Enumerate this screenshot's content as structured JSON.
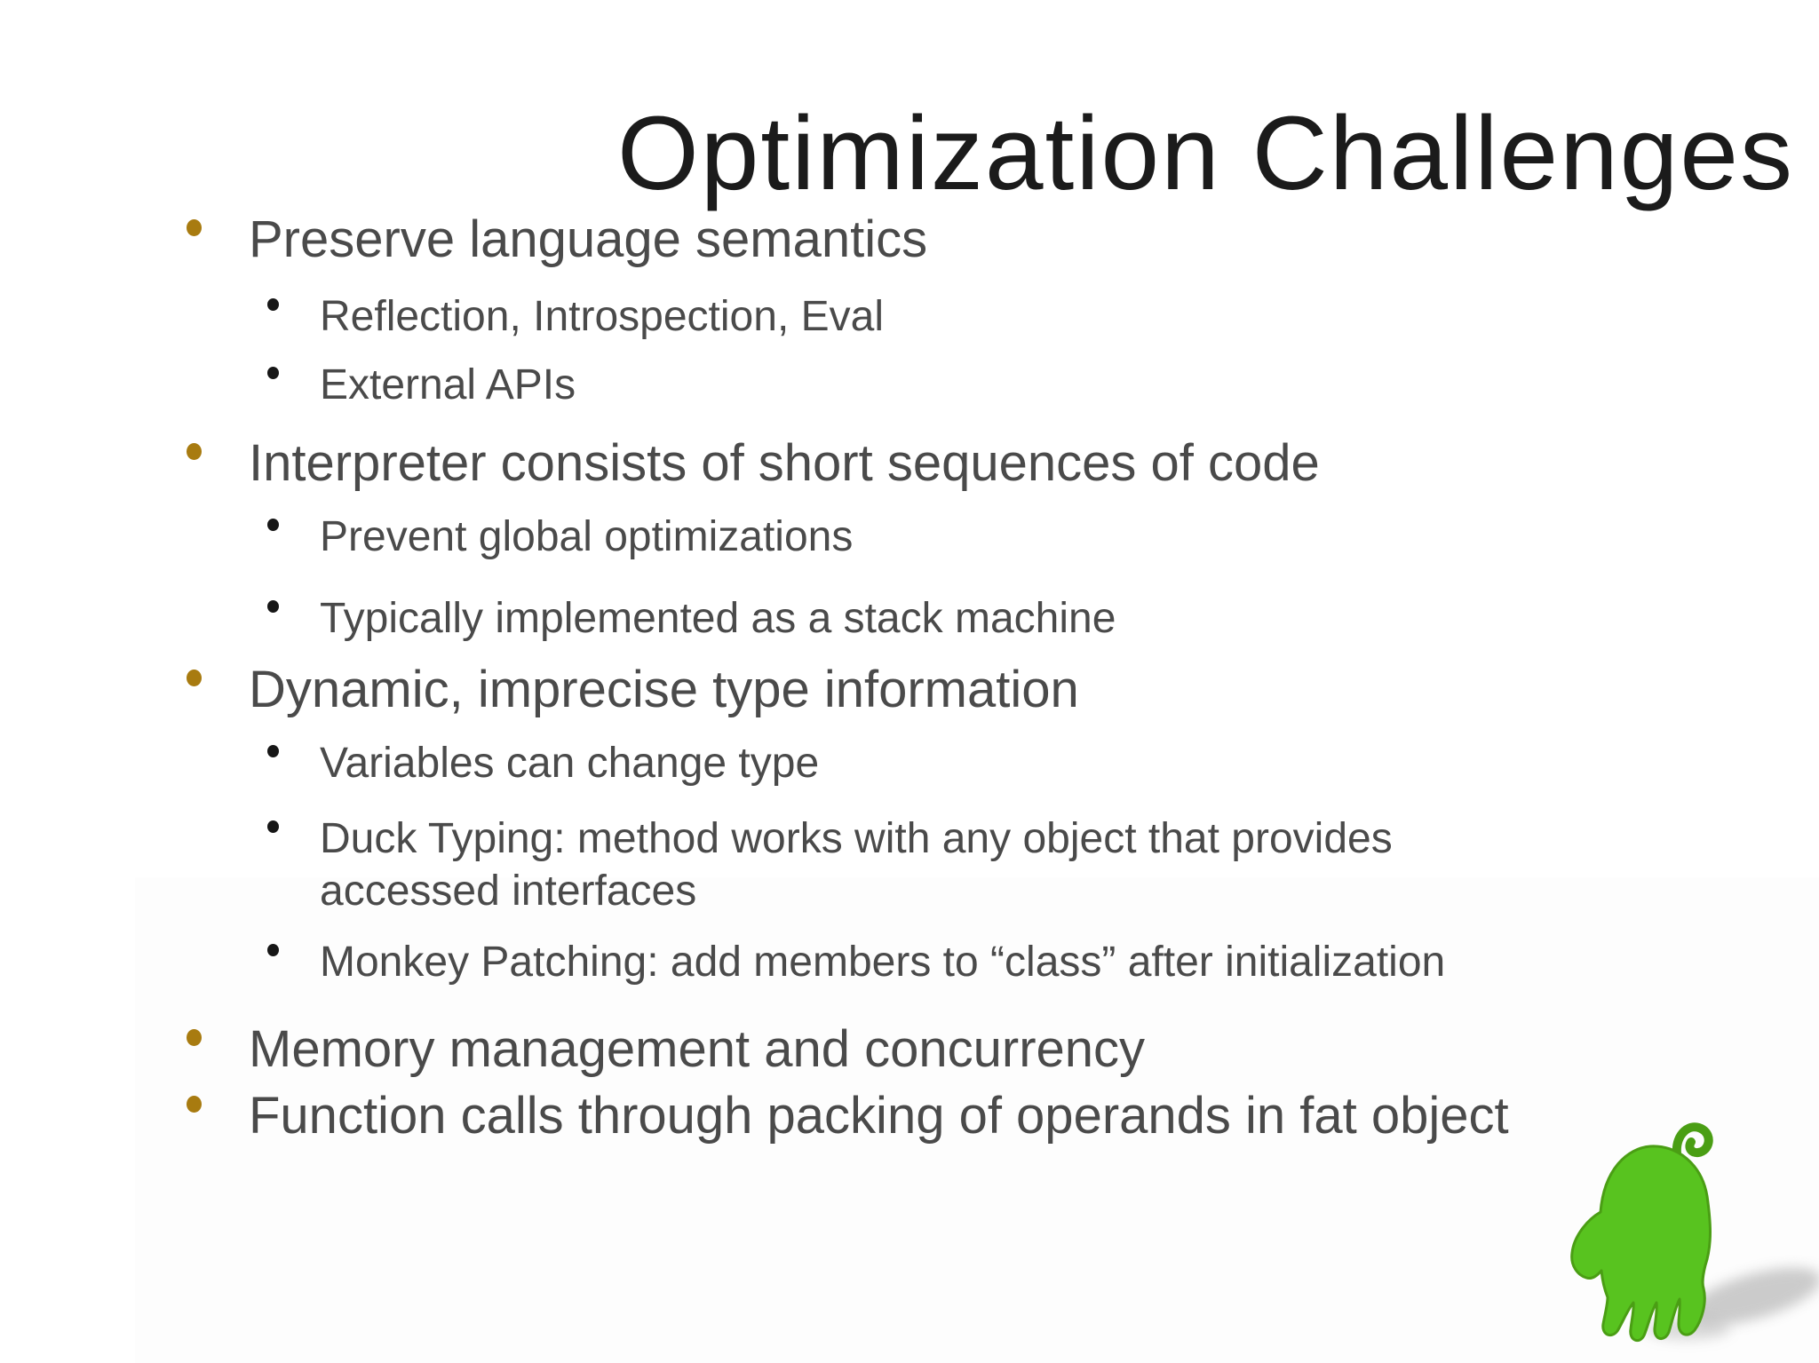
{
  "slide": {
    "title": "Optimization Challenges",
    "bullets": [
      {
        "level": 1,
        "text": "Preserve language semantics"
      },
      {
        "level": 2,
        "text": "Reflection, Introspection, Eval"
      },
      {
        "level": 2,
        "text": "External APIs"
      },
      {
        "level": 1,
        "text": "Interpreter consists of short sequences of code"
      },
      {
        "level": 2,
        "text": "Prevent global optimizations"
      },
      {
        "level": 2,
        "text": "Typically implemented as a stack machine"
      },
      {
        "level": 1,
        "text": "Dynamic, imprecise type information"
      },
      {
        "level": 2,
        "text": "Variables can change type"
      },
      {
        "level": 2,
        "text": "Duck Typing: method works with any object that provides accessed interfaces"
      },
      {
        "level": 2,
        "text": "Monkey Patching: add members to “class” after initialization"
      },
      {
        "level": 1,
        "text": "Memory management and concurrency"
      },
      {
        "level": 1,
        "text": "Function calls through packing of operands in fat object"
      }
    ],
    "colors": {
      "title": "#1b1b1b",
      "body_text": "#4a4a4a",
      "level1_bullet": "#a87b10",
      "level2_bullet": "#161616",
      "mascot_green": "#58c31f",
      "mascot_edge_green": "#4a9e14",
      "shadow_gray": "#8f8f8f"
    },
    "mascot": "green-hand-creature"
  }
}
